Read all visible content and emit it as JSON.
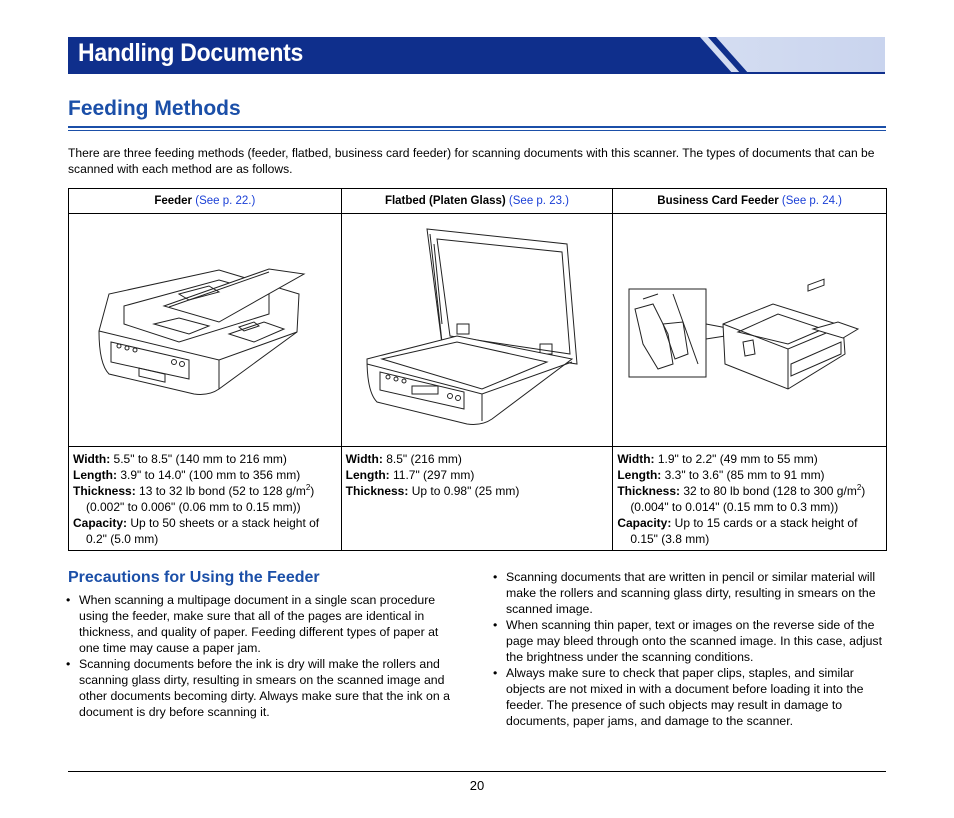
{
  "chapter": {
    "title": "Handling Documents"
  },
  "section": {
    "title": "Feeding Methods"
  },
  "intro": "There are three feeding methods (feeder, flatbed, business card feeder) for scanning documents with this scanner. The types of documents that can be scanned with each method are as follows.",
  "table": {
    "headers": [
      {
        "label": "Feeder ",
        "link": "(See p. 22.)"
      },
      {
        "label": "Flatbed (Platen Glass) ",
        "link": "(See p. 23.)"
      },
      {
        "label": "Business Card Feeder ",
        "link": "(See p. 24.)"
      }
    ],
    "feeder": {
      "width_label": "Width:",
      "width_value": " 5.5\" to 8.5\" (140 mm to 216 mm)",
      "length_label": "Length:",
      "length_value": " 3.9\" to 14.0\" (100 mm to 356 mm)",
      "thickness_label": "Thickness:",
      "thickness_value": " 13 to 32 lb bond (52 to 128 g/m",
      "thickness_sup": "2",
      "thickness_tail": ") (0.002\" to 0.006\" (0.06 mm to 0.15 mm))",
      "capacity_label": "Capacity:",
      "capacity_value": " Up to 50 sheets or a stack height of 0.2\" (5.0 mm)"
    },
    "flatbed": {
      "width_label": "Width:",
      "width_value": " 8.5\" (216 mm)",
      "length_label": "Length:",
      "length_value": " 11.7\" (297 mm)",
      "thickness_label": "Thickness:",
      "thickness_value": " Up to 0.98\" (25 mm)"
    },
    "card": {
      "width_label": "Width:",
      "width_value": " 1.9\" to 2.2\" (49 mm to 55 mm)",
      "length_label": "Length:",
      "length_value": " 3.3\" to 3.6\" (85 mm to 91 mm)",
      "thickness_label": "Thickness:",
      "thickness_value": " 32 to 80 lb bond (128 to 300 g/m",
      "thickness_sup": "2",
      "thickness_tail": ") (0.004\" to 0.014\" (0.15 mm to 0.3 mm))",
      "capacity_label": "Capacity:",
      "capacity_value": " Up to 15 cards or a stack height of 0.15\" (3.8 mm)"
    }
  },
  "precautions": {
    "title": "Precautions for Using the Feeder",
    "bullet_glyph": "•",
    "left": [
      "When scanning a multipage document in a single scan procedure using the feeder, make sure that all of the pages are identical in thickness, and quality of paper. Feeding different types of paper at one time may cause a paper jam.",
      "Scanning documents before the ink is dry will make the rollers and scanning glass dirty, resulting in smears on the scanned image and other documents becoming dirty. Always make sure that the ink on a document is dry before scanning it."
    ],
    "right": [
      "Scanning documents that are written in pencil or similar material will make the rollers and scanning glass dirty, resulting in smears on the scanned image.",
      "When scanning thin paper, text or images on the reverse side of the page may bleed through onto the scanned image. In this case, adjust the brightness under the scanning conditions.",
      "Always make sure to check that paper clips, staples, and similar objects are not mixed in with a document before loading it into the feeder. The presence of such objects may result in damage to documents, paper jams, and damage to the scanner."
    ]
  },
  "footer": {
    "page_number": "20"
  },
  "colors": {
    "banner": "#0f2f8c",
    "heading": "#1b4fa8",
    "link": "#1a3fd6"
  }
}
